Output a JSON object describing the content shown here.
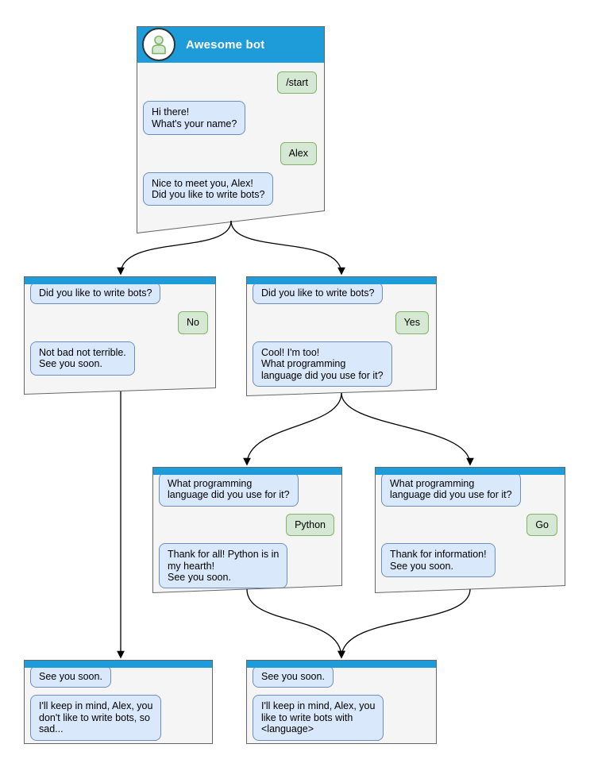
{
  "colors": {
    "header_blue": "#1E9CD9",
    "window_bg": "#F5F5F5",
    "window_border": "#666666",
    "bot_bubble_bg": "#DAE8FC",
    "bot_bubble_border": "#6C8EBF",
    "user_bubble_bg": "#D5E8D4",
    "user_bubble_border": "#82B366",
    "arrow": "#000000",
    "title_text": "#FFFFFF",
    "message_text": "#000000",
    "avatar_ring": "#2D3436"
  },
  "root_window": {
    "title": "Awesome bot",
    "avatar_icon": "person-icon",
    "messages": [
      {
        "from": "user",
        "text": "/start"
      },
      {
        "from": "bot",
        "text": "Hi there!\nWhat's your name?"
      },
      {
        "from": "user",
        "text": "Alex"
      },
      {
        "from": "bot",
        "text": "Nice to meet you, Alex!\nDid you like to write bots?"
      }
    ]
  },
  "boxes": [
    {
      "name": "branch-no",
      "messages": [
        {
          "from": "bot",
          "text": "Did you like to write bots?"
        },
        {
          "from": "user",
          "text": "No"
        },
        {
          "from": "bot",
          "text": "Not bad not terrible.\nSee you soon."
        }
      ]
    },
    {
      "name": "branch-yes",
      "messages": [
        {
          "from": "bot",
          "text": "Did you like to write bots?"
        },
        {
          "from": "user",
          "text": "Yes"
        },
        {
          "from": "bot",
          "text": "Cool! I'm too!\nWhat programming\nlanguage did you use for it?"
        }
      ]
    },
    {
      "name": "branch-python",
      "messages": [
        {
          "from": "bot",
          "text": "What programming\nlanguage did you use for it?"
        },
        {
          "from": "user",
          "text": "Python"
        },
        {
          "from": "bot",
          "text": "Thank for all! Python is in\nmy hearth!\nSee you soon."
        }
      ]
    },
    {
      "name": "branch-go",
      "messages": [
        {
          "from": "bot",
          "text": "What programming\nlanguage did you use for it?"
        },
        {
          "from": "user",
          "text": "Go"
        },
        {
          "from": "bot",
          "text": "Thank for information!\nSee you soon."
        }
      ]
    },
    {
      "name": "end-no",
      "messages": [
        {
          "from": "bot",
          "text": "See you soon."
        },
        {
          "from": "bot",
          "text": "I'll keep in mind, Alex, you\ndon't like to write bots, so\nsad..."
        }
      ]
    },
    {
      "name": "end-yes",
      "messages": [
        {
          "from": "bot",
          "text": "See you soon."
        },
        {
          "from": "bot",
          "text": "I'll keep in mind, Alex, you\nlike to write bots with\n<language>"
        }
      ]
    }
  ]
}
